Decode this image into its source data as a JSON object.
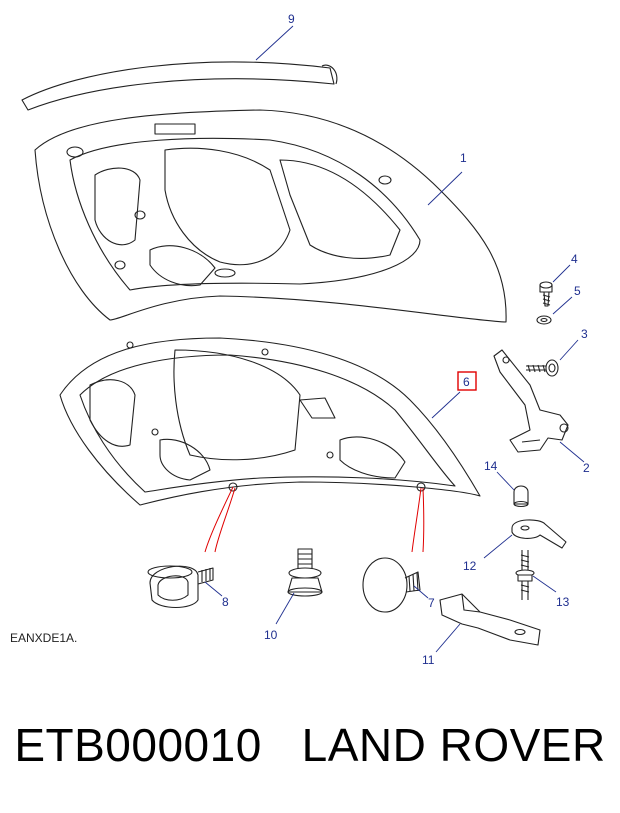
{
  "caption": "ETB000010   LAND ROVER",
  "diagram": {
    "code": "EANXDE1A.",
    "highlighted_callout": "6",
    "callouts": [
      "1",
      "2",
      "3",
      "4",
      "5",
      "6",
      "7",
      "8",
      "9",
      "10",
      "11",
      "12",
      "13",
      "14"
    ]
  },
  "colors": {
    "callout_text": "#1f2f8f",
    "highlight_box": "#e00000",
    "line_art": "#222222"
  }
}
